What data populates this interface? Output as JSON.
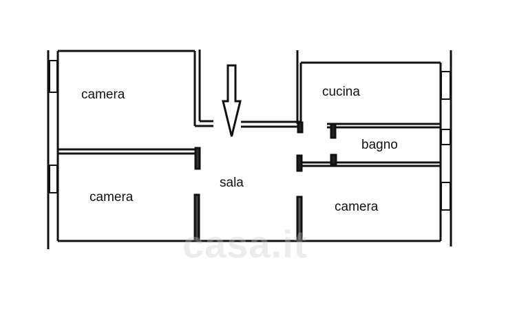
{
  "rooms": {
    "camera_top_left": "camera",
    "camera_bottom_left": "camera",
    "sala": "sala",
    "cucina": "cucina",
    "bagno": "bagno",
    "camera_right": "camera"
  },
  "watermark": "casa.it",
  "colors": {
    "wall": "#111111",
    "background": "#ffffff"
  }
}
